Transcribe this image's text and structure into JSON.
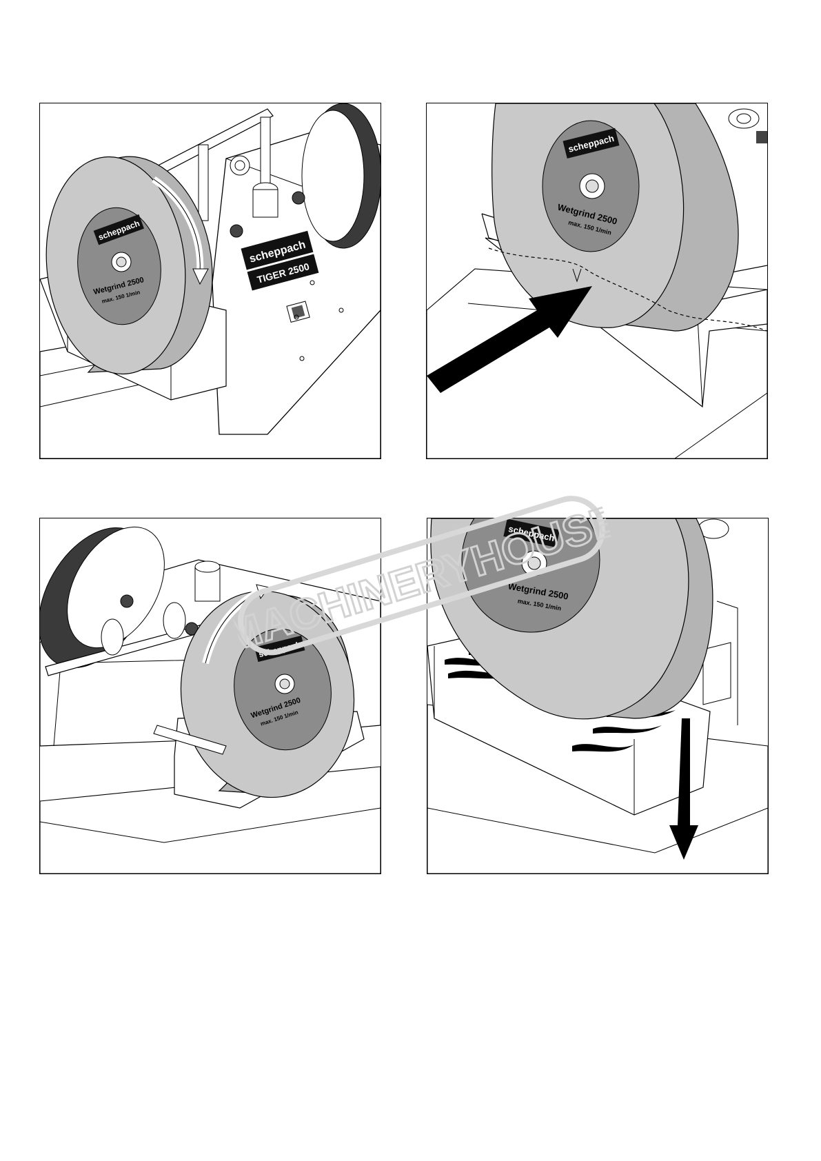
{
  "watermark": "MACHINERYHOUSE",
  "panels": [
    {
      "id": "panel-1",
      "plate_brand": "scheppach",
      "plate_model": "TIGER 2500",
      "wheel_label": "scheppach",
      "wheel_title": "Wetgrind 2500",
      "wheel_speed": "max. 150 1/min"
    },
    {
      "id": "panel-2",
      "wheel_label": "scheppach",
      "wheel_title": "Wetgrind 2500",
      "wheel_speed": "max. 150 1/min"
    },
    {
      "id": "panel-3",
      "wheel_label": "scheppach",
      "wheel_title": "Wetgrind 2500",
      "wheel_speed": "max. 150 1/min"
    },
    {
      "id": "panel-4",
      "wheel_label": "scheppach",
      "wheel_title": "Wetgrind 2500",
      "wheel_speed": "max. 150 1/min"
    }
  ],
  "colors": {
    "wheel_face": "#c9c9c9",
    "wheel_side": "#b4b4b4",
    "label_disc": "#8c8c8c",
    "tire": "#3a3a3a",
    "watermark": "#d8d8d8"
  }
}
